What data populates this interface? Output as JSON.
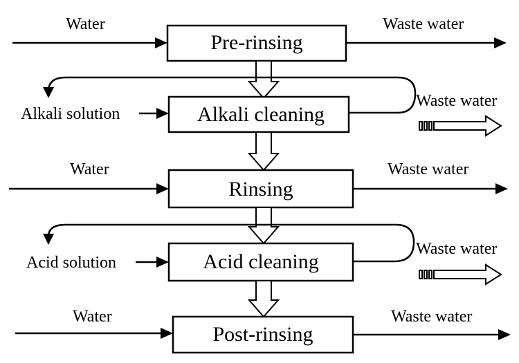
{
  "steps": [
    {
      "name": "Pre-rinsing",
      "input": "Water",
      "output": "Waste water"
    },
    {
      "name": "Alkali cleaning",
      "input": "Alkali solution",
      "output": "Waste water"
    },
    {
      "name": "Rinsing",
      "input": "Water",
      "output": "Waste water"
    },
    {
      "name": "Acid cleaning",
      "input": "Acid solution",
      "output": "Waste water"
    },
    {
      "name": "Post-rinsing",
      "input": "Water",
      "output": "Waste water"
    }
  ]
}
